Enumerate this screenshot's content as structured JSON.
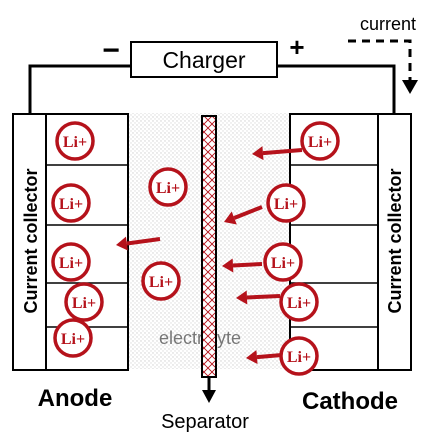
{
  "charger": {
    "label": "Charger",
    "negative_sign": "−",
    "positive_sign": "+"
  },
  "current": {
    "label": "current"
  },
  "electrodes": {
    "anode": {
      "label": "Anode",
      "collector_label": "Current collector"
    },
    "cathode": {
      "label": "Cathode",
      "collector_label": "Current collector"
    }
  },
  "electrolyte": {
    "label": "electrolyte"
  },
  "separator": {
    "label": "Separator"
  },
  "ion": {
    "label": "Li+"
  },
  "colors": {
    "ion": "#b5121b",
    "wire": "#000000",
    "electrolyte": "#e6e6e6",
    "separator": "#b5121b",
    "text_gray": "#777777"
  },
  "counts": {
    "anode_ions": 5,
    "electrolyte_ions": 2,
    "cathode_ions": 5
  }
}
